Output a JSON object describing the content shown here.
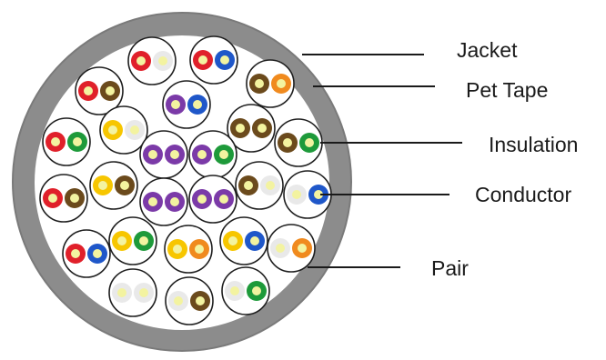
{
  "labels": {
    "jacket": "Jacket",
    "pet_tape": "Pet Tape",
    "insulation": "Insulation",
    "conductor": "Conductor",
    "pair": "Pair"
  },
  "colors": {
    "jacket": "#8c8c8c",
    "jacket_edge": "#7a7a7a",
    "core_fill": "#ffffff",
    "pair_outline": "#1e1e1e",
    "leader_line": "#1a1a1a",
    "conductor_core": "#f3f3a0",
    "red": "#e0202a",
    "white": "#e9e9e9",
    "blue": "#1f57c9",
    "brown": "#6b4a1c",
    "orange": "#f08a1e",
    "purple": "#7b3aa8",
    "green": "#1e9a3a",
    "yellow": "#f7c600"
  },
  "pairs": [
    {
      "insulation": [
        "red",
        "white"
      ]
    },
    {
      "insulation": [
        "red",
        "blue"
      ]
    },
    {
      "insulation": [
        "red",
        "brown"
      ]
    },
    {
      "insulation": [
        "purple",
        "blue"
      ]
    },
    {
      "insulation": [
        "brown",
        "orange"
      ]
    },
    {
      "insulation": [
        "yellow",
        "white"
      ]
    },
    {
      "insulation": [
        "brown",
        "brown"
      ]
    },
    {
      "insulation": [
        "red",
        "green"
      ]
    },
    {
      "insulation": [
        "purple",
        "purple"
      ]
    },
    {
      "insulation": [
        "purple",
        "green"
      ]
    },
    {
      "insulation": [
        "brown",
        "green"
      ]
    },
    {
      "insulation": [
        "red",
        "brown"
      ]
    },
    {
      "insulation": [
        "yellow",
        "brown"
      ]
    },
    {
      "insulation": [
        "purple",
        "purple"
      ]
    },
    {
      "insulation": [
        "purple",
        "purple"
      ]
    },
    {
      "insulation": [
        "brown",
        "white"
      ]
    },
    {
      "insulation": [
        "white",
        "blue"
      ]
    },
    {
      "insulation": [
        "red",
        "blue"
      ]
    },
    {
      "insulation": [
        "yellow",
        "green"
      ]
    },
    {
      "insulation": [
        "yellow",
        "orange"
      ]
    },
    {
      "insulation": [
        "yellow",
        "blue"
      ]
    },
    {
      "insulation": [
        "white",
        "orange"
      ]
    },
    {
      "insulation": [
        "white",
        "white"
      ]
    },
    {
      "insulation": [
        "white",
        "brown"
      ]
    },
    {
      "insulation": [
        "white",
        "green"
      ]
    }
  ]
}
